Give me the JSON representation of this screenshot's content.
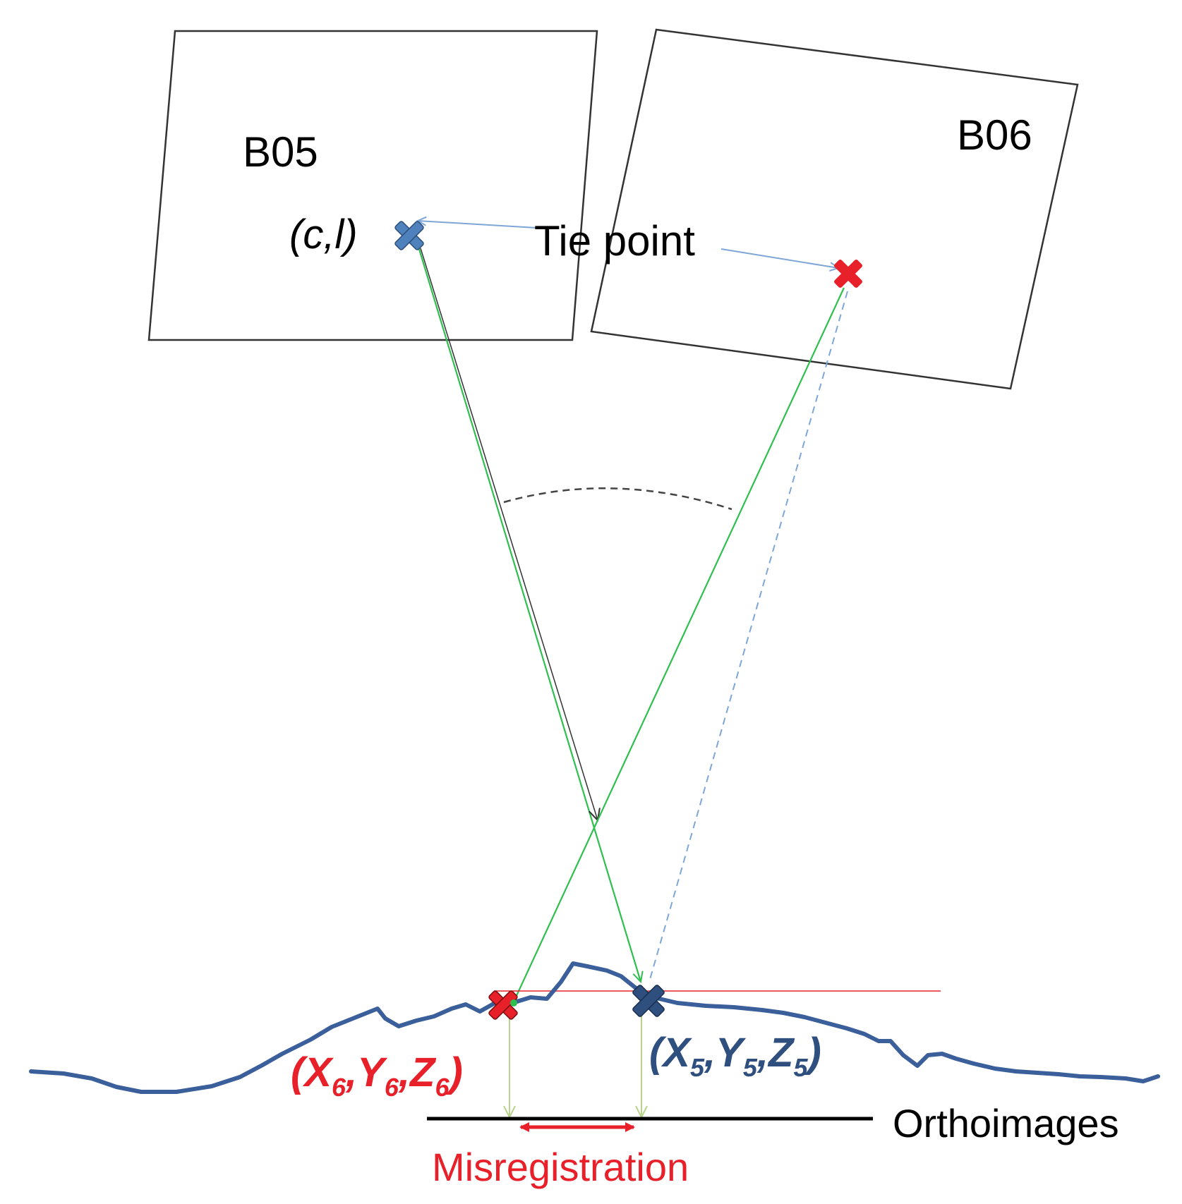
{
  "images": {
    "left": {
      "label": "B05"
    },
    "right": {
      "label": "B06"
    }
  },
  "labels": {
    "pixel_coord": "(c,l)",
    "tie_point": "Tie point",
    "orthoimages": "Orthoimages",
    "misregistration": "Misregistration",
    "ground_point_6": {
      "X": "X",
      "Y": "Y",
      "Z": "Z",
      "sub": "6",
      "open": "(",
      "close": ")",
      "sep": ","
    },
    "ground_point_5": {
      "X": "X",
      "Y": "Y",
      "Z": "Z",
      "sub": "5",
      "open": "(",
      "close": ")",
      "sep": ","
    }
  },
  "colors": {
    "frame": "#333333",
    "blue_marker": "#4f81bd",
    "dark_blue_marker": "#2f4f7f",
    "red": "#e8202a",
    "green_ray": "#2fbf4f",
    "terrain": "#3a5f9a",
    "tie_arrow": "#7ea6d6",
    "projection": "#b7d48a"
  },
  "icons": {
    "tie_point_left": "cross-marker-icon",
    "tie_point_right": "cross-marker-icon"
  }
}
